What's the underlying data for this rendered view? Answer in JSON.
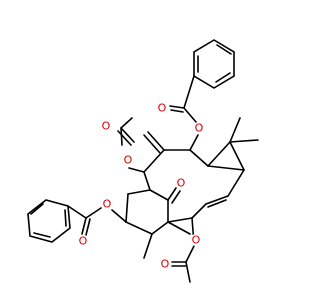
{
  "atoms": {
    "o_benzoate_top_carbonyl": "O",
    "o_benzoate_top_ester": "O",
    "o_acetate_left_carbonyl": "O",
    "o_acetate_left_ester": "O",
    "o_ketone": "O",
    "o_benzoate_left_carbonyl": "O",
    "o_benzoate_left_ester": "O",
    "o_acetate_bottom_ester": "O",
    "o_acetate_bottom_carbonyl": "O"
  },
  "colors": {
    "bond": "#000000",
    "oxygen": "#d40000",
    "background": "#ffffff"
  }
}
